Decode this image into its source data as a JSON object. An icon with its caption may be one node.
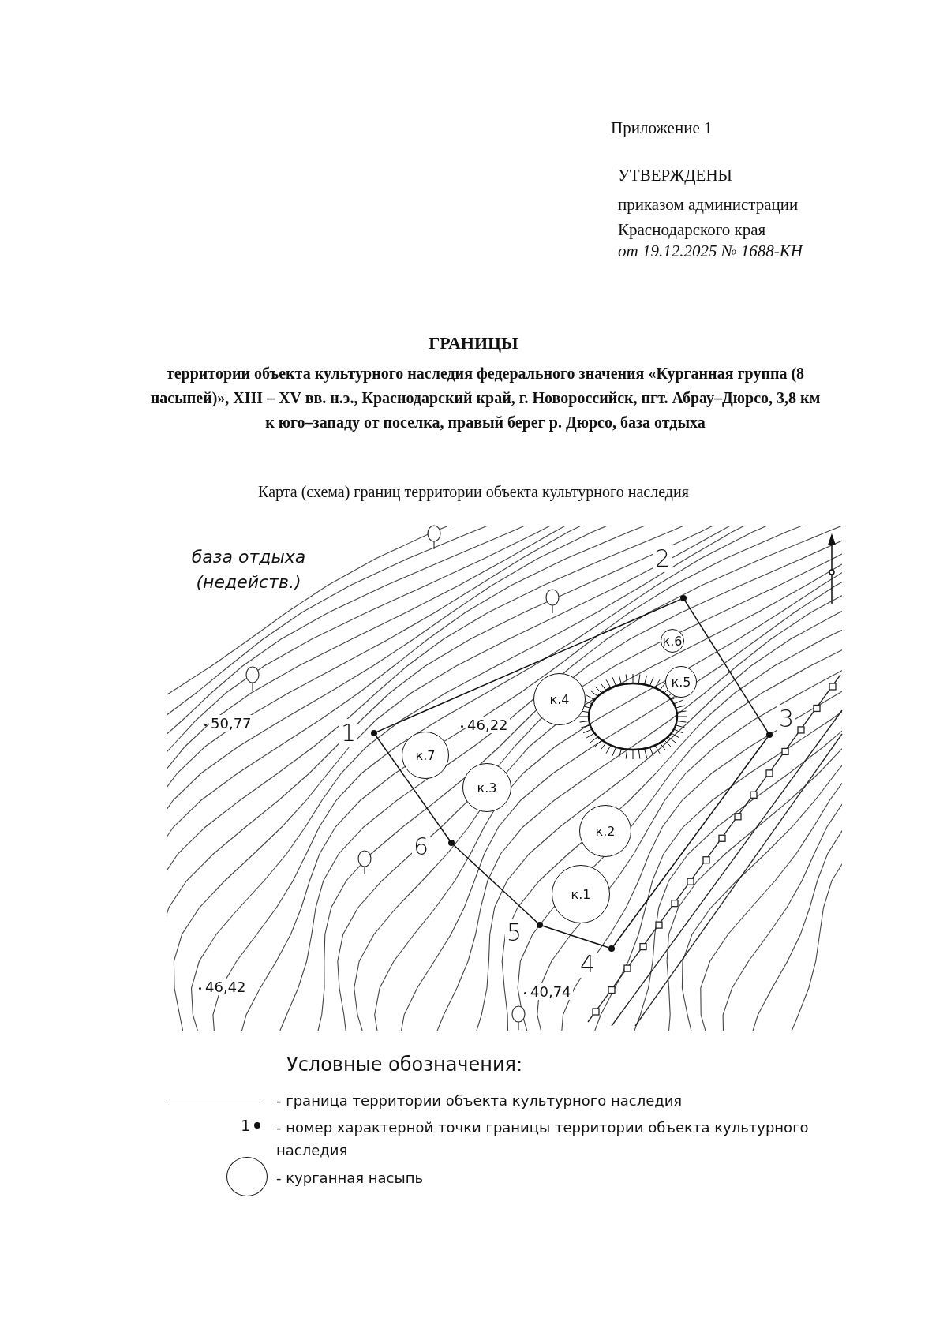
{
  "diagram": {
    "title": "ГРАНИЦЫ",
    "nodes": [
      {
        "text": [],
        "shape": "circle",
        "beside": [
          "1"
        ]
      },
      {
        "text": [],
        "shape": "circle",
        "beside": [
          "2"
        ]
      },
      {
        "text": [],
        "shape": "circle",
        "beside": [
          "3"
        ]
      },
      {
        "text": [],
        "shape": "circle",
        "beside": [
          "4"
        ]
      },
      {
        "text": [],
        "shape": "circle",
        "beside": [
          "5"
        ]
      },
      {
        "text": [],
        "shape": "circle",
        "beside": [
          "6"
        ]
      },
      {
        "text": [
          "к.6"
        ]
      },
      {
        "text": [
          "к.5"
        ]
      },
      {
        "text": [
          "к.4"
        ]
      },
      {
        "text": [
          "к.7"
        ]
      },
      {
        "text": [
          "к.3"
        ]
      },
      {
        "text": [
          "к.2"
        ]
      },
      {
        "text": [
          "к.1"
        ]
      }
    ],
    "edges": [
      {
        "from": 0,
        "to": 1,
        "arrow": "none"
      },
      {
        "from": 1,
        "to": 2,
        "arrow": "none"
      },
      {
        "from": 2,
        "to": 3,
        "arrow": "none"
      },
      {
        "from": 3,
        "to": 4,
        "arrow": "none"
      },
      {
        "from": 4,
        "to": 5,
        "arrow": "none"
      },
      {
        "from": 5,
        "to": 0,
        "arrow": "none"
      }
    ],
    "labels": [
      "Приложение 1",
      "УТВЕРЖДЕНЫ",
      "приказом администрации Краснодарского края",
      "от 19.12.2025 № 1688-КН",
      "территории объекта культурного наследия федерального значения «Курганная группа (8 насыпей)», XIII – XV вв. н.э., Краснодарский край, г. Новороссийск, пгт. Абрау–Дюрсо, 3,8 км к юго–западу от поселка, правый берег р. Дюрсо, база отдыха",
      "Карта (схема) границ территории объекта культурного наследия",
      "база отдыха (недейств.)",
      "50,77",
      "46,22",
      "46,42",
      "40,74",
      "Условные обозначения:",
      "1"
    ],
    "legend": [
      {
        "text": "- граница территории объекта культурного наследия"
      },
      {
        "text": "- номер характерной точки границы территории объекта культурного наследия"
      },
      {
        "text": "- курганная насыпь"
      }
    ]
  }
}
